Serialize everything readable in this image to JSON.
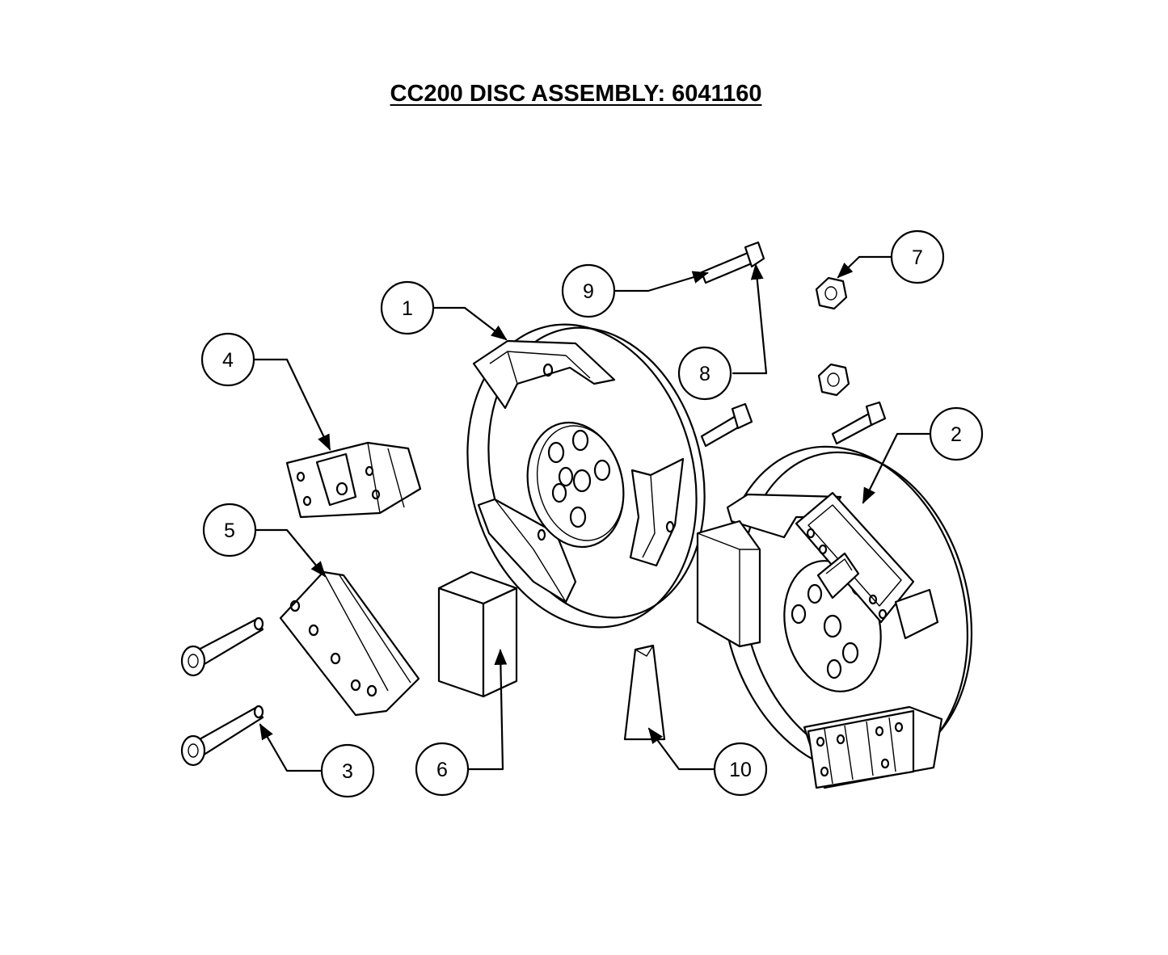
{
  "title": "CC200 DISC ASSEMBLY: 6041160",
  "callouts": [
    {
      "label": "1"
    },
    {
      "label": "2"
    },
    {
      "label": "3"
    },
    {
      "label": "4"
    },
    {
      "label": "5"
    },
    {
      "label": "6"
    },
    {
      "label": "7"
    },
    {
      "label": "8"
    },
    {
      "label": "9"
    },
    {
      "label": "10"
    }
  ]
}
